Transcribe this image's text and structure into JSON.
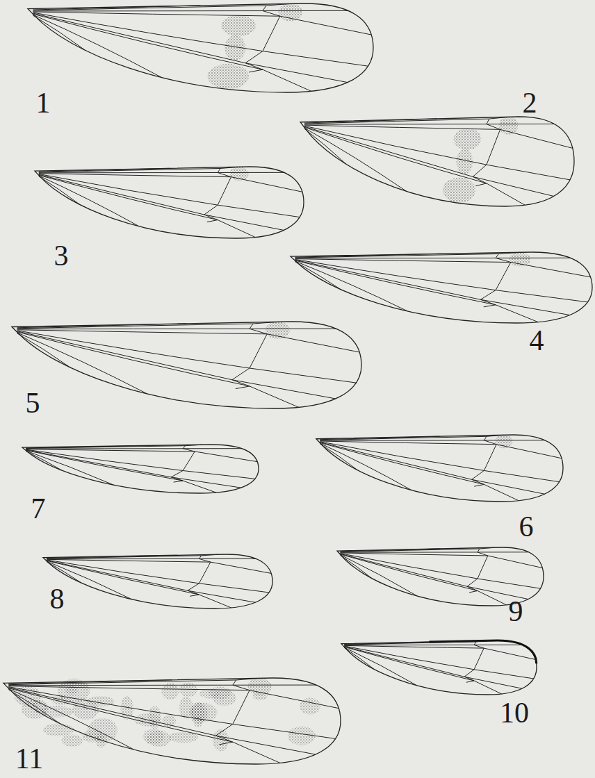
{
  "diagram": {
    "labels": [
      "1",
      "2",
      "3",
      "4",
      "5",
      "7",
      "6",
      "8",
      "9",
      "10",
      "11"
    ]
  }
}
